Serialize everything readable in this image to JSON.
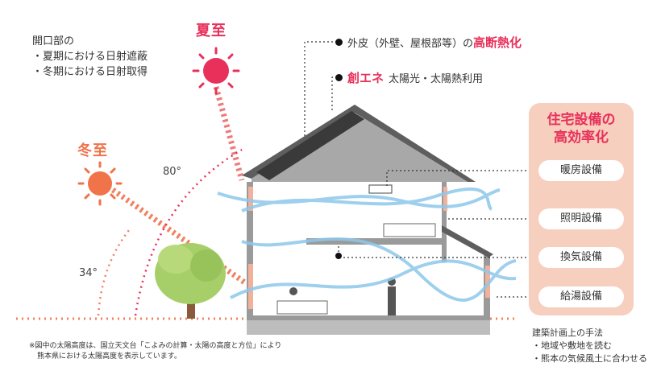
{
  "intro": {
    "heading": "開口部の",
    "items": [
      "・夏期における日射遮蔽",
      "・冬期における日射取得"
    ]
  },
  "sun": {
    "summer_label": "夏至",
    "winter_label": "冬至",
    "summer_angle": "80°",
    "winter_angle": "34°"
  },
  "callouts": {
    "envelope_prefix": "外皮（外壁、屋根部等）の",
    "envelope_highlight": "高断熱化",
    "energy_highlight": "創エネ",
    "energy_suffix": "太陽光・太陽熱利用"
  },
  "panel": {
    "title_line1": "住宅設備の",
    "title_line2": "高効率化",
    "items": [
      "暖房設備",
      "照明設備",
      "換気設備",
      "給湯設備"
    ]
  },
  "notes": {
    "title": "建築計画上の手法",
    "items": [
      "・地域や敷地を読む",
      "・熊本の気候風土に合わせる"
    ]
  },
  "footnote": {
    "line1": "※図中の太陽高度は、国立天文台「こよみの計算・太陽の高度と方位」により",
    "line2": "熊本県における太陽高度を表示しています。"
  },
  "colors": {
    "summer": "#e8305a",
    "winter": "#f0734a",
    "panel_bg": "#f6cfbf",
    "airflow": "#8ec8ea",
    "wall": "#9a9a9a"
  }
}
